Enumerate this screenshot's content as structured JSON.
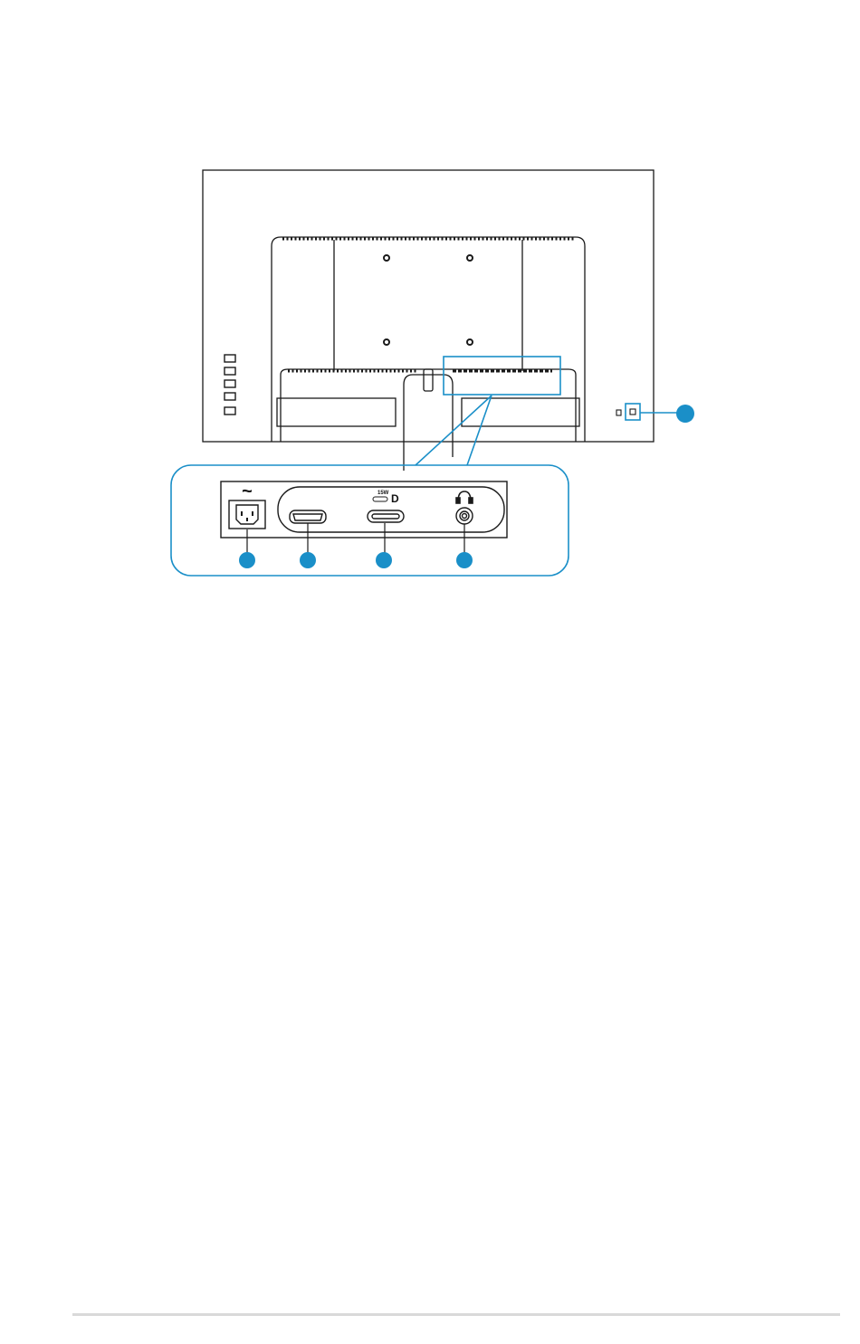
{
  "colors": {
    "accent": "#1a8fc8",
    "outline": "#1a1a1a",
    "footer_rule": "#d9d9d9"
  },
  "port_labels": {
    "ac_symbol": "~",
    "usbc_power": "15W",
    "dp_symbol": "D"
  },
  "callouts": [
    {
      "name": "callout-kensington-lock",
      "item": "kensington-lock-slot"
    },
    {
      "name": "callout-ac-power",
      "item": "ac-power-inlet"
    },
    {
      "name": "callout-hdmi",
      "item": "hdmi-port"
    },
    {
      "name": "callout-usbc-dp",
      "item": "usb-c-displayport"
    },
    {
      "name": "callout-earphone",
      "item": "earphone-jack"
    }
  ],
  "icons": [
    "power-ac-icon",
    "usbc-icon",
    "displayport-icon",
    "headphone-icon"
  ]
}
